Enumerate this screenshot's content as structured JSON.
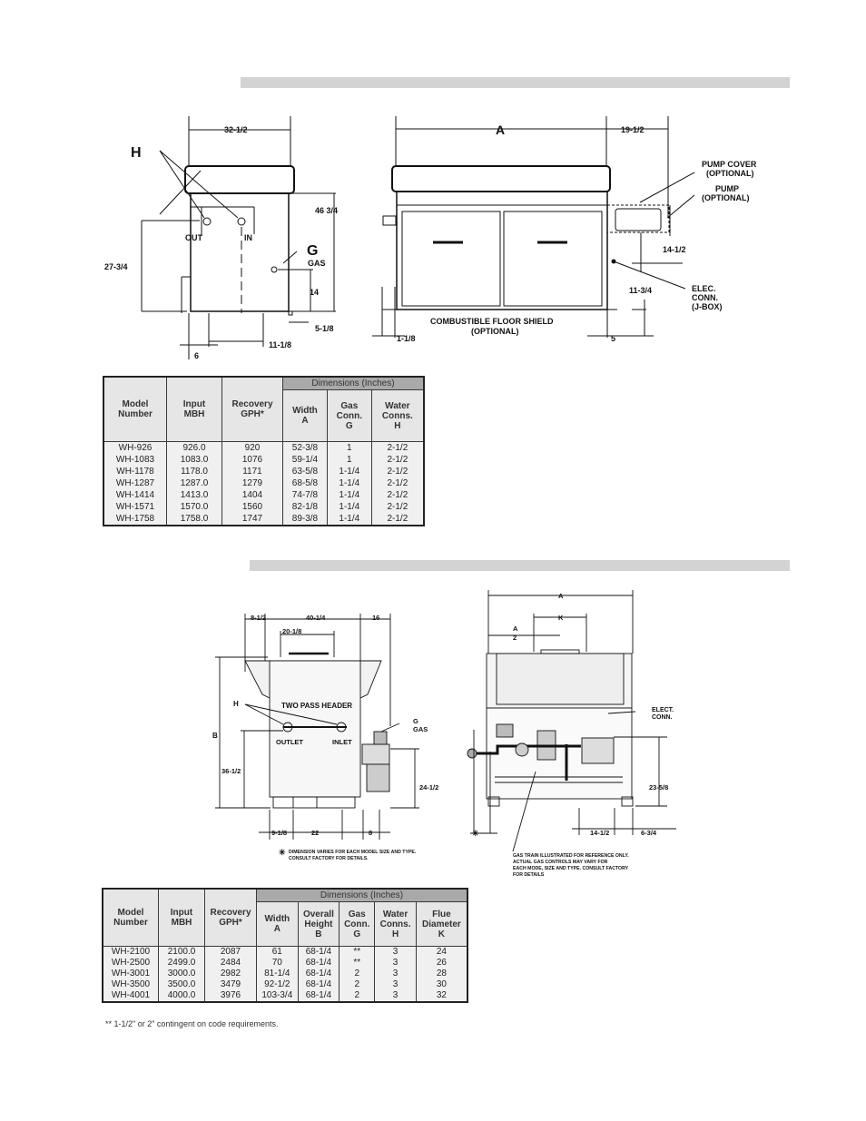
{
  "section1": {
    "drawing_labels": {
      "d_32_half": "32-1/2",
      "d_A": "A",
      "d_19_half": "19-1/2",
      "H": "H",
      "d_46_3q": "46 3/4",
      "out": "OUT",
      "in": "IN",
      "G": "G",
      "gas": "GAS",
      "d_27_3q": "27-3/4",
      "d_14": "14",
      "d_5_1_8": "5-1/8",
      "d_11_1_8": "11-1/8",
      "d_6": "6",
      "pump_cover": "PUMP COVER",
      "optional_1": "(OPTIONAL)",
      "pump": "PUMP",
      "optional_2": "(OPTIONAL)",
      "d_14_half": "14-1/2",
      "d_11_3q": "11-3/4",
      "elec": "ELEC.",
      "conn": "CONN.",
      "jbox": "(J-BOX)",
      "floor_shield": "COMBUSTIBLE FLOOR SHIELD",
      "optional_3": "(OPTIONAL)",
      "d_1_1_8": "1-1/8",
      "d_5": "5"
    },
    "table": {
      "group_header": "Dimensions (Inches)",
      "headers": {
        "model": [
          "Model",
          "Number"
        ],
        "input": [
          "Input",
          "MBH"
        ],
        "recovery": [
          "Recovery",
          "GPH*"
        ],
        "width": [
          "Width",
          "A"
        ],
        "gas": [
          "Gas",
          "Conn.",
          "G"
        ],
        "water": [
          "Water",
          "Conns.",
          "H"
        ]
      },
      "rows": [
        [
          "WH-926",
          "926.0",
          "920",
          "52-3/8",
          "1",
          "2-1/2"
        ],
        [
          "WH-1083",
          "1083.0",
          "1076",
          "59-1/4",
          "1",
          "2-1/2"
        ],
        [
          "WH-1178",
          "1178.0",
          "1171",
          "63-5/8",
          "1-1/4",
          "2-1/2"
        ],
        [
          "WH-1287",
          "1287.0",
          "1279",
          "68-5/8",
          "1-1/4",
          "2-1/2"
        ],
        [
          "WH-1414",
          "1413.0",
          "1404",
          "74-7/8",
          "1-1/4",
          "2-1/2"
        ],
        [
          "WH-1571",
          "1570.0",
          "1560",
          "82-1/8",
          "1-1/4",
          "2-1/2"
        ],
        [
          "WH-1758",
          "1758.0",
          "1747",
          "89-3/8",
          "1-1/4",
          "2-1/2"
        ]
      ]
    }
  },
  "section2": {
    "drawing_labels": {
      "d_8_half": "8-1/2",
      "d_40_1q": "40-1/4",
      "d_16": "16",
      "d_20_1_8": "20-1/8",
      "H": "H",
      "two_pass": "TWO PASS HEADER",
      "B": "B",
      "G": "G",
      "gas": "GAS",
      "outlet": "OUTLET",
      "inlet": "INLET",
      "d_36_half": "36-1/2",
      "d_24_half": "24-1/2",
      "d_9_1_8": "9-1/8",
      "d_22": "22",
      "d_8": "8",
      "A": "A",
      "K": "K",
      "A_num": "A",
      "A_den": "2",
      "elect": "ELECT.",
      "conn": "CONN.",
      "d_23_5_8": "23-5/8",
      "d_14_half": "14-1/2",
      "d_6_3q": "6-3/4",
      "star": "✳",
      "note1_a": "DIMENSION VARIES FOR EACH MODEL SIZE AND TYPE.",
      "note1_b": "CONSULT FACTORY FOR DETAILS.",
      "note2_a": "GAS TRAIN ILLUSTRATED FOR REFERENCE ONLY.",
      "note2_b": "ACTUAL GAS CONTROLS MAY VARY FOR",
      "note2_c": "EACH MODE, SIZE AND TYPE.  CONSULT FACTORY",
      "note2_d": "FOR DETAILS"
    },
    "table": {
      "group_header": "Dimensions (Inches)",
      "headers": {
        "model": [
          "Model",
          "Number"
        ],
        "input": [
          "Input",
          "MBH"
        ],
        "recovery": [
          "Recovery",
          "GPH*"
        ],
        "width": [
          "Width",
          "A"
        ],
        "height": [
          "Overall",
          "Height",
          "B"
        ],
        "gas": [
          "Gas",
          "Conn.",
          "G"
        ],
        "water": [
          "Water",
          "Conns.",
          "H"
        ],
        "flue": [
          "Flue",
          "Diameter",
          "K"
        ]
      },
      "rows": [
        [
          "WH-2100",
          "2100.0",
          "2087",
          "61",
          "68-1/4",
          "**",
          "3",
          "24"
        ],
        [
          "WH-2500",
          "2499.0",
          "2484",
          "70",
          "68-1/4",
          "**",
          "3",
          "26"
        ],
        [
          "WH-3001",
          "3000.0",
          "2982",
          "81-1/4",
          "68-1/4",
          "2",
          "3",
          "28"
        ],
        [
          "WH-3500",
          "3500.0",
          "3479",
          "92-1/2",
          "68-1/4",
          "2",
          "3",
          "30"
        ],
        [
          "WH-4001",
          "4000.0",
          "3976",
          "103-3/4",
          "68-1/4",
          "2",
          "3",
          "32"
        ]
      ],
      "footnote": "** 1-1/2\" or 2\" contingent on code requirements."
    }
  }
}
